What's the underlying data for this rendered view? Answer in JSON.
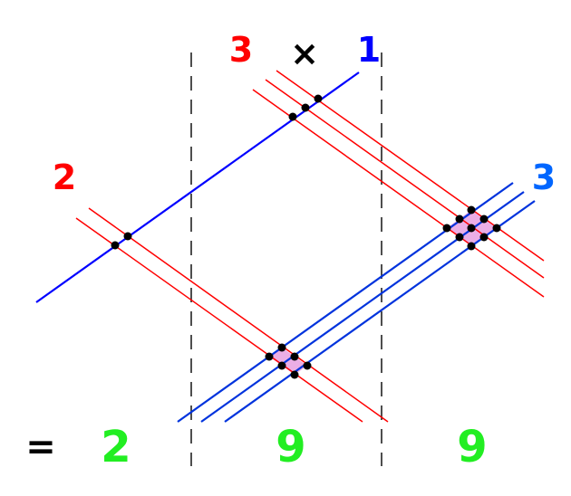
{
  "labels": {
    "top_left_digit": "3",
    "times_sign": "×",
    "top_right_digit": "1",
    "left_digit": "2",
    "right_digit": "3",
    "equals_sign": "=",
    "result_digit_1": "2",
    "result_digit_2": "9",
    "result_digit_3": "9"
  },
  "colors": {
    "red": "#ff0000",
    "blue": "#0000ff",
    "light_blue": "#0066ff",
    "green": "#22ee22",
    "black": "#000000",
    "fill": "#e8a0e0"
  }
}
